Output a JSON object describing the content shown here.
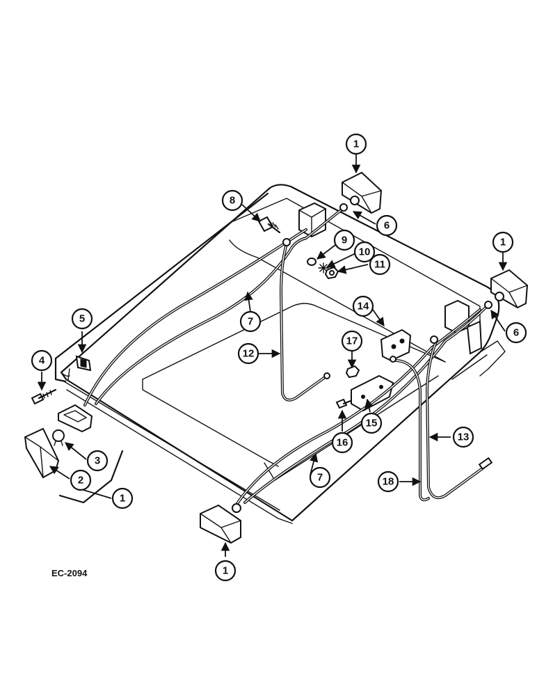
{
  "figure_code": "EC-2094",
  "callouts": [
    "1",
    "1",
    "1",
    "1",
    "2",
    "3",
    "4",
    "5",
    "6",
    "6",
    "7",
    "7",
    "8",
    "9",
    "10",
    "11",
    "12",
    "13",
    "14",
    "15",
    "16",
    "17",
    "18"
  ]
}
